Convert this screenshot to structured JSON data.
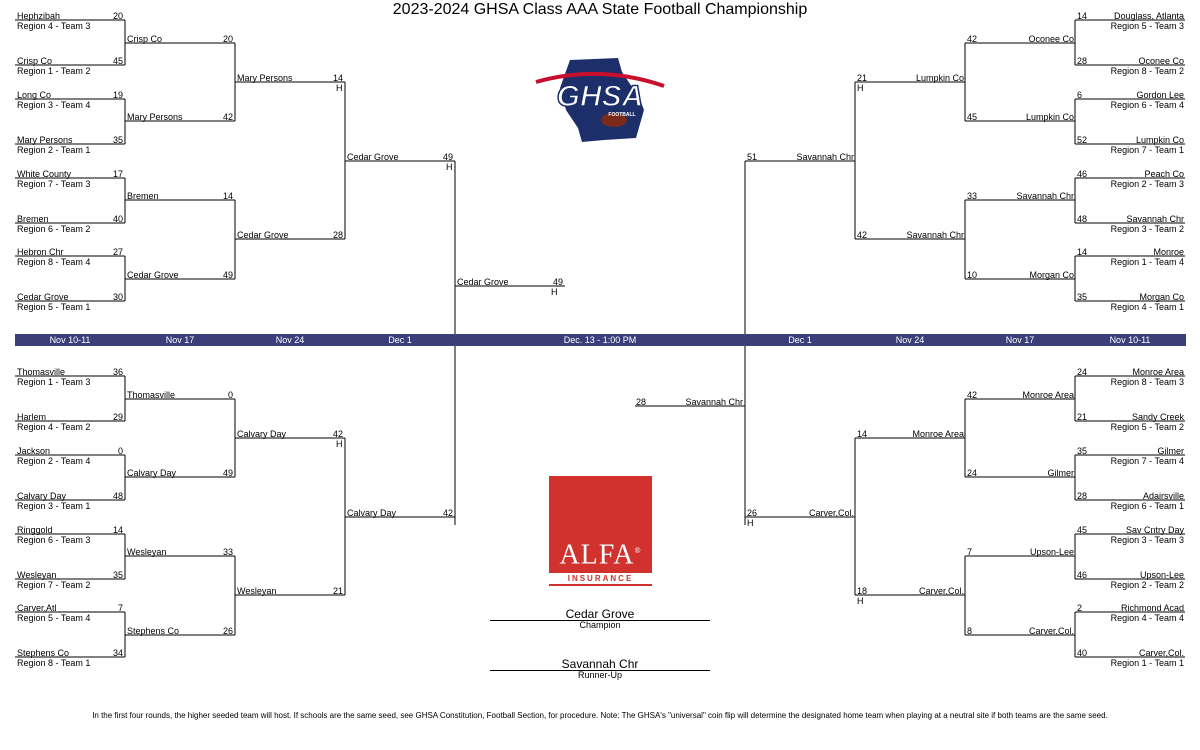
{
  "title": "2023-2024 GHSA Class AAA State Football Championship",
  "rounds": [
    "Nov 10-11",
    "Nov 17",
    "Nov 24",
    "Dec 1",
    "Dec. 13 - 1:00 PM",
    "Dec 1",
    "Nov 24",
    "Nov 17",
    "Nov 10-11"
  ],
  "home_mark": "H",
  "first_round_left": [
    {
      "name": "Hephzibah",
      "seed": "Region 4 - Team 3",
      "score": "20"
    },
    {
      "name": "Crisp Co",
      "seed": "Region 1 - Team 2",
      "score": "45"
    },
    {
      "name": "Long Co",
      "seed": "Region 3 - Team 4",
      "score": "19"
    },
    {
      "name": "Mary Persons",
      "seed": "Region 2 - Team 1",
      "score": "35"
    },
    {
      "name": "White County",
      "seed": "Region 7 - Team 3",
      "score": "17"
    },
    {
      "name": "Bremen",
      "seed": "Region 6 - Team 2",
      "score": "40"
    },
    {
      "name": "Hebron Chr",
      "seed": "Region 8 - Team 4",
      "score": "27"
    },
    {
      "name": "Cedar Grove",
      "seed": "Region 5 - Team 1",
      "score": "30"
    },
    {
      "name": "Thomasville",
      "seed": "Region 1 - Team 3",
      "score": "36"
    },
    {
      "name": "Harlem",
      "seed": "Region 4 - Team 2",
      "score": "29"
    },
    {
      "name": "Jackson",
      "seed": "Region 2 - Team 4",
      "score": "0"
    },
    {
      "name": "Calvary Day",
      "seed": "Region 3 - Team 1",
      "score": "48"
    },
    {
      "name": "Ringgold",
      "seed": "Region 6 - Team 3",
      "score": "14"
    },
    {
      "name": "Wesleyan",
      "seed": "Region 7 - Team 2",
      "score": "35"
    },
    {
      "name": "Carver,Atl",
      "seed": "Region 5 - Team 4",
      "score": "7"
    },
    {
      "name": "Stephens Co",
      "seed": "Region 8 - Team 1",
      "score": "34"
    }
  ],
  "first_round_right": [
    {
      "name": "Douglass, Atlanta",
      "seed": "Region 5 - Team 3",
      "score": "14"
    },
    {
      "name": "Oconee Co",
      "seed": "Region 8 - Team 2",
      "score": "28"
    },
    {
      "name": "Gordon Lee",
      "seed": "Region 6 - Team 4",
      "score": "6"
    },
    {
      "name": "Lumpkin Co",
      "seed": "Region 7 - Team 1",
      "score": "52"
    },
    {
      "name": "Peach Co",
      "seed": "Region 2 - Team 3",
      "score": "46"
    },
    {
      "name": "Savannah Chr",
      "seed": "Region 3 - Team 2",
      "score": "48"
    },
    {
      "name": "Monroe",
      "seed": "Region 1 - Team 4",
      "score": "14"
    },
    {
      "name": "Morgan Co",
      "seed": "Region 4 - Team 1",
      "score": "35"
    },
    {
      "name": "Monroe Area",
      "seed": "Region 8 - Team 3",
      "score": "24"
    },
    {
      "name": "Sandy Creek",
      "seed": "Region 5 - Team 2",
      "score": "21"
    },
    {
      "name": "Gilmer",
      "seed": "Region 7 - Team 4",
      "score": "35"
    },
    {
      "name": "Adairsville",
      "seed": "Region 6 - Team 1",
      "score": "28"
    },
    {
      "name": "Sav Cntry Day",
      "seed": "Region 3 - Team 3",
      "score": "45"
    },
    {
      "name": "Upson-Lee",
      "seed": "Region 2 - Team 2",
      "score": "46"
    },
    {
      "name": "Richmond Acad",
      "seed": "Region 4 - Team 4",
      "score": "2"
    },
    {
      "name": "Carver,Col.",
      "seed": "Region 1 - Team 1",
      "score": "40"
    }
  ],
  "second_round_left": [
    {
      "name": "Crisp Co",
      "score": "20"
    },
    {
      "name": "Mary Persons",
      "score": "42"
    },
    {
      "name": "Bremen",
      "score": "14"
    },
    {
      "name": "Cedar Grove",
      "score": "49"
    },
    {
      "name": "Thomasville",
      "score": "0"
    },
    {
      "name": "Calvary Day",
      "score": "49"
    },
    {
      "name": "Wesleyan",
      "score": "33"
    },
    {
      "name": "Stephens Co",
      "score": "26"
    }
  ],
  "second_round_right": [
    {
      "name": "Oconee Co",
      "score": "42"
    },
    {
      "name": "Lumpkin Co",
      "score": "45"
    },
    {
      "name": "Savannah Chr",
      "score": "33"
    },
    {
      "name": "Morgan Co",
      "score": "10"
    },
    {
      "name": "Monroe Area",
      "score": "42"
    },
    {
      "name": "Gilmer",
      "score": "24"
    },
    {
      "name": "Upson-Lee",
      "score": "7"
    },
    {
      "name": "Carver,Col.",
      "score": "8"
    }
  ],
  "quarterfinal_left": [
    {
      "name": "Mary Persons",
      "score": "14",
      "home": true
    },
    {
      "name": "Cedar Grove",
      "score": "28",
      "home": false
    },
    {
      "name": "Calvary Day",
      "score": "42",
      "home": true
    },
    {
      "name": "Wesleyan",
      "score": "21",
      "home": false
    }
  ],
  "quarterfinal_right": [
    {
      "name": "Lumpkin Co",
      "score": "21",
      "home": true
    },
    {
      "name": "Savannah Chr",
      "score": "42",
      "home": false
    },
    {
      "name": "Monroe Area",
      "score": "14",
      "home": false
    },
    {
      "name": "Carver,Col.",
      "score": "18",
      "home": true
    }
  ],
  "semifinal_left": [
    {
      "name": "Cedar Grove",
      "score": "49",
      "home": true
    },
    {
      "name": "Calvary Day",
      "score": "42",
      "home": false
    }
  ],
  "semifinal_right": [
    {
      "name": "Savannah Chr",
      "score": "51",
      "home": false
    },
    {
      "name": "Carver,Col.",
      "score": "26",
      "home": true
    }
  ],
  "final_left": {
    "name": "Cedar Grove",
    "score": "49",
    "home": true
  },
  "final_right": {
    "name": "Savannah Chr",
    "score": "28",
    "home": false
  },
  "champion": {
    "name": "Cedar Grove",
    "label": "Champion"
  },
  "runner_up": {
    "name": "Savannah Chr",
    "label": "Runner-Up"
  },
  "logos": {
    "ghsa": {
      "text": "GHSA",
      "subtext": "FOOTBALL"
    },
    "alfa": {
      "text": "ALFA",
      "subtext": "INSURANCE",
      "mark": "®"
    }
  },
  "footnote": "In the first four rounds, the higher seeded team will host. If schools are the same seed, see GHSA Constitution, Football Section, for procedure.  Note: The GHSA's \"universal\" coin flip will determine the designated home team when playing at a neutral site if both teams are the same seed.",
  "colors": {
    "round_bar": "#3a3f7a",
    "alfa_red": "#d1322d",
    "ghsa_navy": "#1d2f6b",
    "ghsa_red": "#c8102e"
  }
}
